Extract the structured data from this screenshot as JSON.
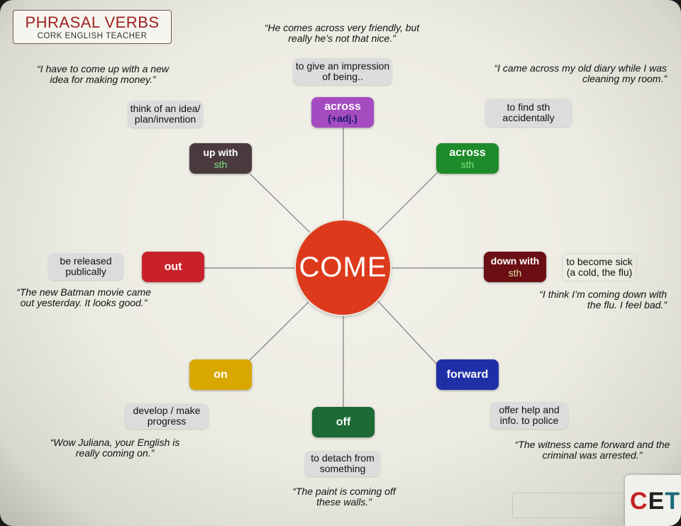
{
  "header": {
    "title": "PHRASAL VERBS",
    "subtitle": "CORK ENGLISH TEACHER"
  },
  "hub": {
    "label": "COME",
    "color": "#dd3a1c"
  },
  "branches": {
    "across_adj": {
      "particle": "across",
      "object": "(+adj.)",
      "color": "#a54bc0",
      "definition": "to give an impression of being..",
      "example": "“He comes across very friendly, but really he’s not that nice.”"
    },
    "across_sth": {
      "particle": "across",
      "object": "sth",
      "color": "#1e8b2a",
      "definition": "to find sth accidentally",
      "example": "“I came across my old diary while I was cleaning my room.”"
    },
    "down_with": {
      "particle": "down with",
      "object": "sth",
      "color": "#6b0f14",
      "definition": "to become sick (a cold, the flu)",
      "example": "“I think I’m coming down with the flu. I feel bad.”"
    },
    "forward": {
      "particle": "forward",
      "object": "",
      "color": "#1f2fa6",
      "definition": "offer help and info. to police",
      "example": "“The witness came forward and the criminal was arrested.”"
    },
    "off": {
      "particle": "off",
      "object": "",
      "color": "#1d6a34",
      "definition": "to detach from something",
      "example": "“The paint is coming off these walls.”"
    },
    "on": {
      "particle": "on",
      "object": "",
      "color": "#d9a800",
      "definition": "develop / make progress",
      "example": "“Wow Juliana, your English is really coming on.”"
    },
    "out": {
      "particle": "out",
      "object": "",
      "color": "#c8212a",
      "definition": "be released publically",
      "example": "“The new Batman movie came out yesterday. It looks good.”"
    },
    "up_with": {
      "particle": "up with",
      "object": "sth",
      "color": "#4a3a3e",
      "definition": "think of an idea/ plan/invention",
      "example": "“I have to come up with a new idea for making money.”"
    }
  },
  "logo": {
    "c": "C",
    "e": "E",
    "t": "T"
  }
}
